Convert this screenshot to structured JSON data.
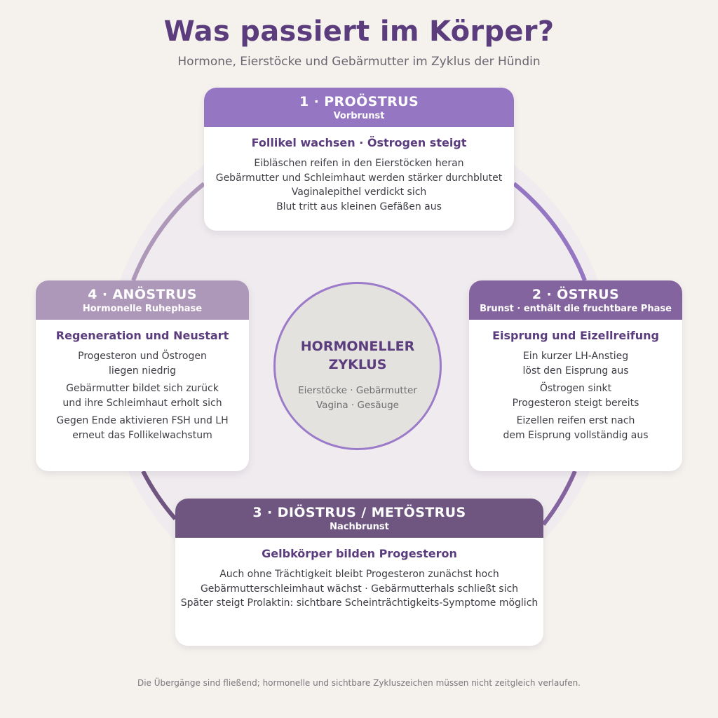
{
  "title": "Was passiert im Körper?",
  "subtitle": "Hormone, Eierstöcke und Gebärmutter im Zyklus der Hündin",
  "center": {
    "title_line1": "HORMONELLER",
    "title_line2": "ZYKLUS",
    "sub_line1": "Eierstöcke · Gebärmutter",
    "sub_line2": "Vagina · Gesäuge"
  },
  "phases": [
    {
      "title": "1 · PROÖSTRUS",
      "subtitle": "Vorbrunst",
      "heading": "Follikel wachsen · Östrogen steigt",
      "lines": [
        "Eibläschen reifen in den Eierstöcken heran",
        "Gebärmutter und Schleimhaut werden stärker durchblutet",
        "Vaginalepithel verdickt sich",
        "Blut tritt aus kleinen Gefäßen aus"
      ],
      "color": "#9576c2"
    },
    {
      "title": "2 · ÖSTRUS",
      "subtitle": "Brunst · enthält die fruchtbare Phase",
      "heading": "Eisprung und Eizellreifung",
      "lines": [
        "Ein kurzer LH-Anstieg",
        "löst den Eisprung aus",
        "Östrogen sinkt",
        "Progesteron steigt bereits",
        "Eizellen reifen erst nach",
        "dem Eisprung vollständig aus"
      ],
      "color": "#84649e"
    },
    {
      "title": "3 · DIÖSTRUS / METÖSTRUS",
      "subtitle": "Nachbrunst",
      "heading": "Gelbkörper bilden Progesteron",
      "lines": [
        "Auch ohne Trächtigkeit bleibt Progesteron zunächst hoch",
        "Gebärmutterschleimhaut wächst · Gebärmutterhals schließt sich",
        "Später steigt Prolaktin: sichtbare Scheinträchtigkeits-Symptome möglich"
      ],
      "color": "#6f5681"
    },
    {
      "title": "4 · ANÖSTRUS",
      "subtitle": "Hormonelle Ruhephase",
      "heading": "Regeneration und Neustart",
      "lines": [
        "Progesteron und Östrogen",
        "liegen niedrig",
        "Gebärmutter bildet sich zurück",
        "und ihre Schleimhaut erholt sich",
        "Gegen Ende aktivieren FSH und LH",
        "erneut das Follikelwachstum"
      ],
      "color": "#ae98ba"
    }
  ],
  "footnote": "Die Übergänge sind fließend; hormonelle und sichtbare Zykluszeichen müssen nicht zeitgleich verlaufen."
}
